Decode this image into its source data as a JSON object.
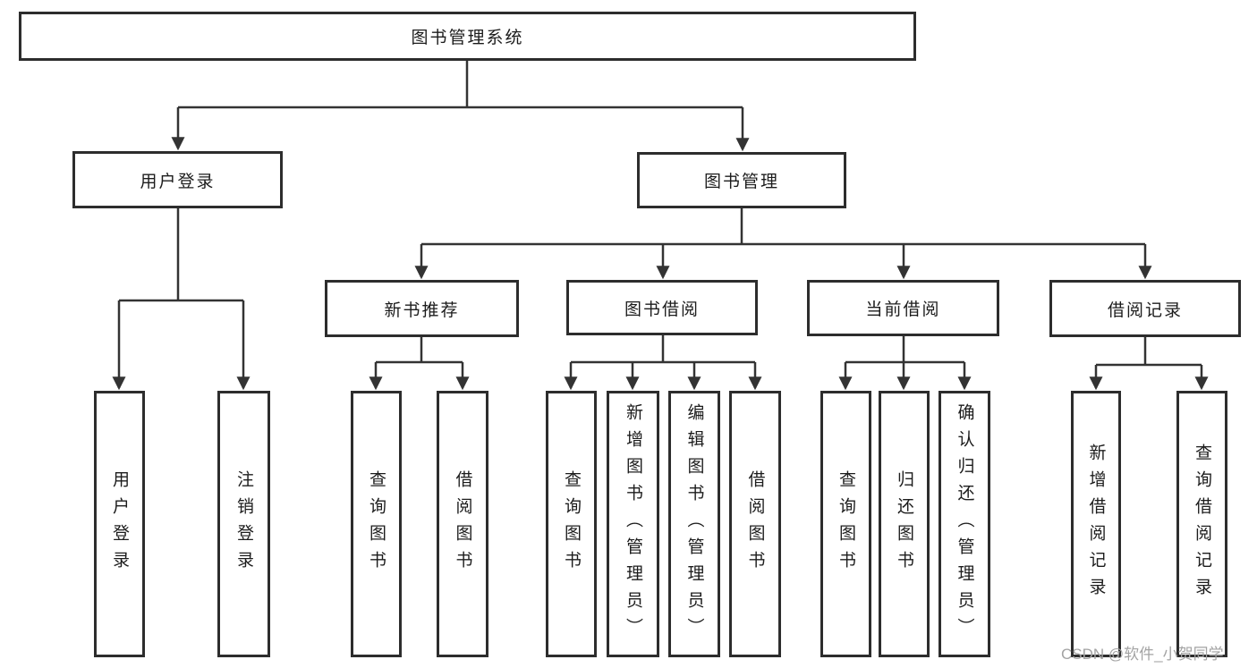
{
  "diagram": {
    "type": "hierarchy-tree",
    "root": {
      "label": "图书管理系统",
      "children": [
        {
          "label": "用户登录",
          "children": [
            {
              "label": "用户登录"
            },
            {
              "label": "注销登录"
            }
          ]
        },
        {
          "label": "图书管理",
          "children": [
            {
              "label": "新书推荐",
              "children": [
                {
                  "label": "查询图书"
                },
                {
                  "label": "借阅图书"
                }
              ]
            },
            {
              "label": "图书借阅",
              "children": [
                {
                  "label": "查询图书"
                },
                {
                  "label": "新增图书（管理员）"
                },
                {
                  "label": "编辑图书（管理员）"
                },
                {
                  "label": "借阅图书"
                }
              ]
            },
            {
              "label": "当前借阅",
              "children": [
                {
                  "label": "查询图书"
                },
                {
                  "label": "归还图书"
                },
                {
                  "label": "确认归还（管理员）"
                }
              ]
            },
            {
              "label": "借阅记录",
              "children": [
                {
                  "label": "新增借阅记录"
                },
                {
                  "label": "查询借阅记录"
                }
              ]
            }
          ]
        }
      ]
    }
  },
  "watermark": "CSDN @软件_小贺同学",
  "colors": {
    "line": "#333333",
    "border": "#2d2d2d",
    "text": "#1c1c1c",
    "watermark": "#a3a3a3",
    "background": "#ffffff"
  }
}
